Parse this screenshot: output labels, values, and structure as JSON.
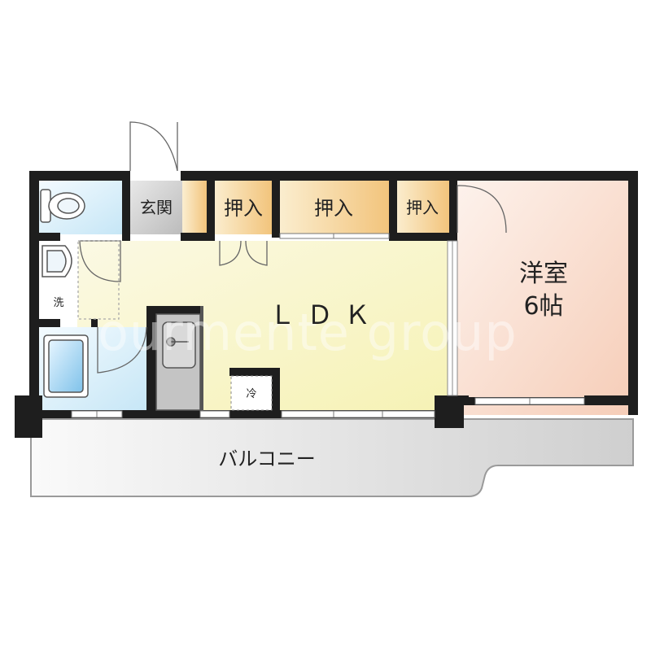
{
  "rooms": {
    "toilet": "",
    "entrance": "玄関",
    "closet_left": "押入",
    "closet_center": "押入",
    "closet_right": "押入",
    "washroom": "洗",
    "bath": "",
    "ldk": "ＬＤＫ",
    "western_room_name": "洋室",
    "western_room_size": "6帖",
    "fridge": "冷",
    "balcony": "バルコニー"
  },
  "watermark": "ourmente group",
  "colors": {
    "wall": "#1e1e1e",
    "ldk_floor": "#f8f5c8",
    "western_floor": "#f8d8c8",
    "closet_floor": "#f3cd8a",
    "wet_floor": "#d6ecf7",
    "entrance_floor": "#c9c9c9",
    "balcony_floor": "#e2e2e2",
    "kitchen_counter": "#bdbdbd"
  }
}
